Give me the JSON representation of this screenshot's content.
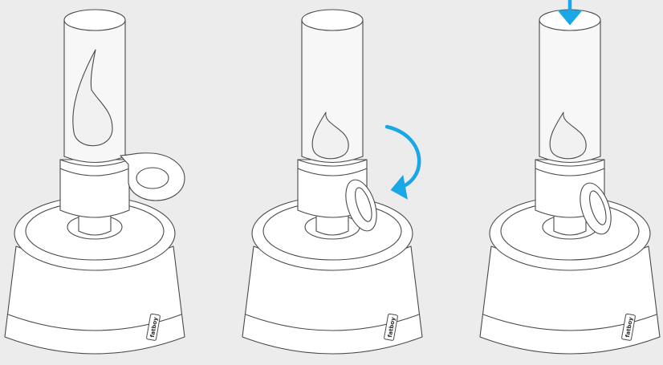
{
  "steps": [
    {
      "brand": "fatboy",
      "flame": "tall"
    },
    {
      "brand": "fatboy",
      "flame": "small",
      "action_arrow": "rotate-clockwise"
    },
    {
      "brand": "fatboy",
      "flame": "small",
      "action_arrow": "down-into-tube"
    }
  ],
  "colors": {
    "background": "#ececec",
    "line": "#4a4a4a",
    "accent_arrow": "#1aa7e6"
  }
}
